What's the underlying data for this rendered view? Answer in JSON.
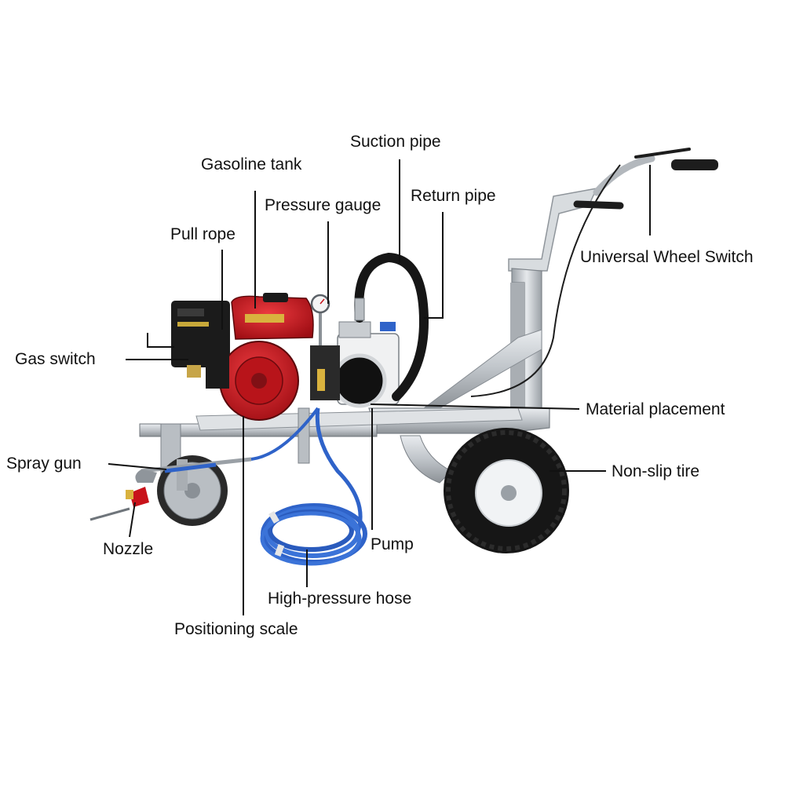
{
  "labels": {
    "suction_pipe": "Suction pipe",
    "gasoline_tank": "Gasoline tank",
    "return_pipe": "Return pipe",
    "pressure_gauge": "Pressure gauge",
    "pull_rope": "Pull rope",
    "universal_wheel_switch": "Universal Wheel Switch",
    "gas_switch": "Gas switch",
    "material_placement": "Material placement",
    "spray_gun": "Spray gun",
    "non_slip_tire": "Non-slip tire",
    "nozzle": "Nozzle",
    "pump": "Pump",
    "high_pressure_hose": "High-pressure hose",
    "positioning_scale": "Positioning scale"
  },
  "colors": {
    "engine_red": "#c8121a",
    "engine_black": "#1a1a1a",
    "frame_silver": "#c9cdd1",
    "hose_blue": "#2f63c9",
    "tire_black": "#161616",
    "rim_white": "#f1f3f5",
    "leader_line": "#111111"
  }
}
